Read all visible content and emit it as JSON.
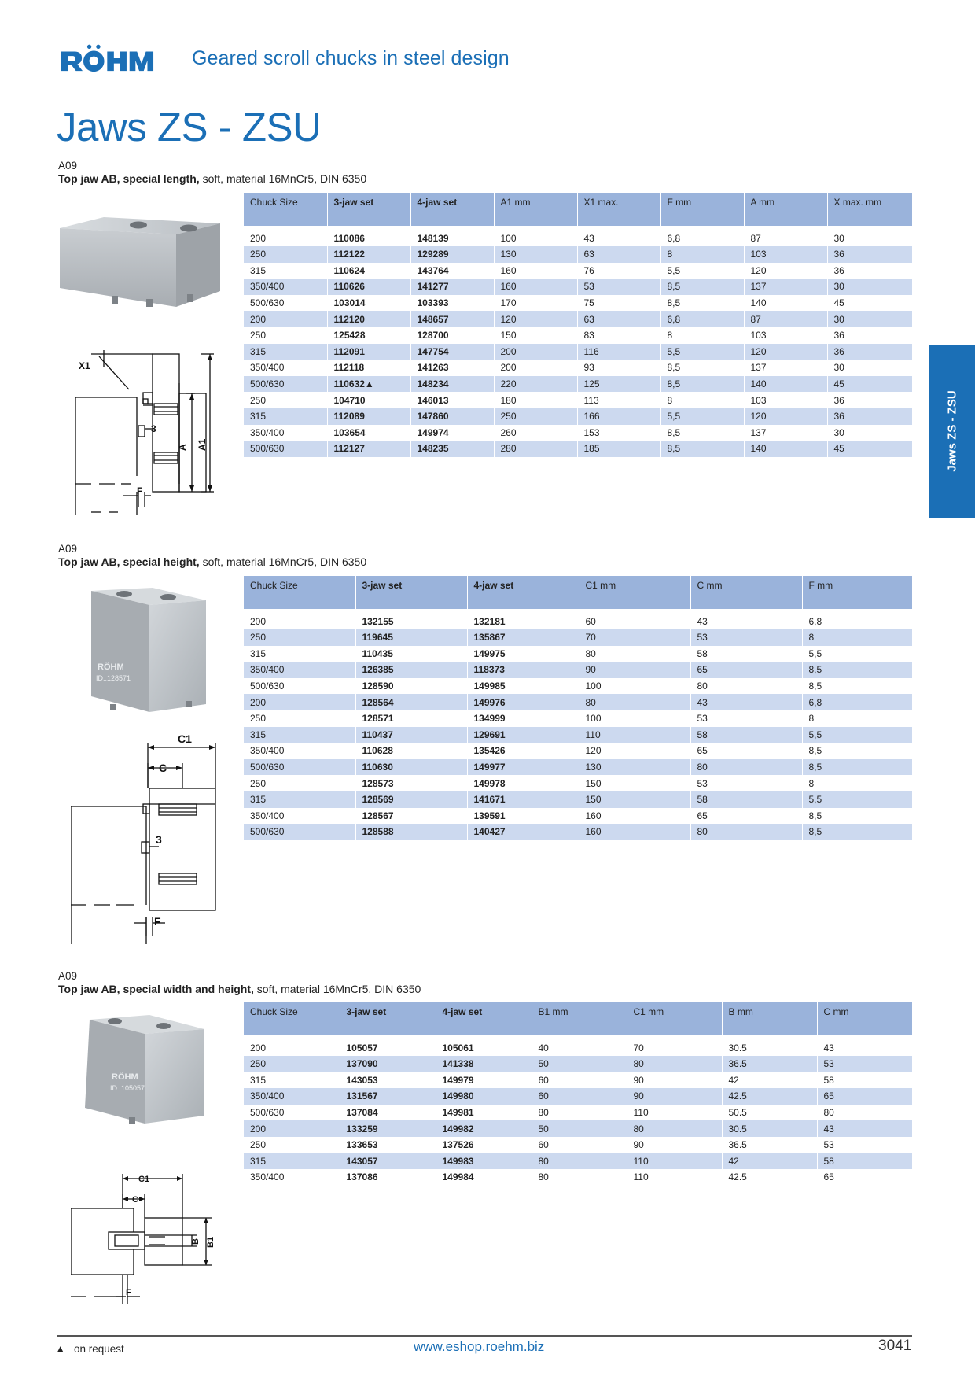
{
  "header": {
    "brand": "RÖHM",
    "subtitle": "Geared scroll chucks in steel design",
    "title": "Jaws ZS - ZSU"
  },
  "side_tab": {
    "label": "Jaws ZS - ZSU"
  },
  "colors": {
    "brand_blue": "#1b6fb6",
    "header_row": "#9ab3db",
    "stripe_row": "#ccd9ef"
  },
  "sections": [
    {
      "code": "A09",
      "desc_bold": "Top jaw AB, special length,",
      "desc_rest": " soft, material 16MnCr5, DIN 6350",
      "columns": [
        "Chuck Size",
        "3-jaw set",
        "4-jaw set",
        "A1 mm",
        "X1 max.",
        "F mm",
        "A mm",
        "X max. mm"
      ],
      "rows": [
        [
          "200",
          "110086",
          "148139",
          "100",
          "43",
          "6,8",
          "87",
          "30"
        ],
        [
          "250",
          "112122",
          "129289",
          "130",
          "63",
          "8",
          "103",
          "36"
        ],
        [
          "315",
          "110624",
          "143764",
          "160",
          "76",
          "5,5",
          "120",
          "36"
        ],
        [
          "350/400",
          "110626",
          "141277",
          "160",
          "53",
          "8,5",
          "137",
          "30"
        ],
        [
          "500/630",
          "103014",
          "103393",
          "170",
          "75",
          "8,5",
          "140",
          "45"
        ],
        [
          "200",
          "112120",
          "148657",
          "120",
          "63",
          "6,8",
          "87",
          "30"
        ],
        [
          "250",
          "125428",
          "128700",
          "150",
          "83",
          "8",
          "103",
          "36"
        ],
        [
          "315",
          "112091",
          "147754",
          "200",
          "116",
          "5,5",
          "120",
          "36"
        ],
        [
          "350/400",
          "112118",
          "141263",
          "200",
          "93",
          "8,5",
          "137",
          "30"
        ],
        [
          "500/630",
          "110632▲",
          "148234",
          "220",
          "125",
          "8,5",
          "140",
          "45"
        ],
        [
          "250",
          "104710",
          "146013",
          "180",
          "113",
          "8",
          "103",
          "36"
        ],
        [
          "315",
          "112089",
          "147860",
          "250",
          "166",
          "5,5",
          "120",
          "36"
        ],
        [
          "350/400",
          "103654",
          "149974",
          "260",
          "153",
          "8,5",
          "137",
          "30"
        ],
        [
          "500/630",
          "112127",
          "148235",
          "280",
          "185",
          "8,5",
          "140",
          "45"
        ]
      ],
      "drawing_labels": [
        "X1",
        "A",
        "A1",
        "3",
        "F"
      ]
    },
    {
      "code": "A09",
      "desc_bold": "Top jaw AB, special height,",
      "desc_rest": " soft, material 16MnCr5, DIN 6350",
      "columns": [
        "Chuck Size",
        "3-jaw set",
        "4-jaw set",
        "C1 mm",
        "C mm",
        "F mm"
      ],
      "rows": [
        [
          "200",
          "132155",
          "132181",
          "60",
          "43",
          "6,8"
        ],
        [
          "250",
          "119645",
          "135867",
          "70",
          "53",
          "8"
        ],
        [
          "315",
          "110435",
          "149975",
          "80",
          "58",
          "5,5"
        ],
        [
          "350/400",
          "126385",
          "118373",
          "90",
          "65",
          "8,5"
        ],
        [
          "500/630",
          "128590",
          "149985",
          "100",
          "80",
          "8,5"
        ],
        [
          "200",
          "128564",
          "149976",
          "80",
          "43",
          "6,8"
        ],
        [
          "250",
          "128571",
          "134999",
          "100",
          "53",
          "8"
        ],
        [
          "315",
          "110437",
          "129691",
          "110",
          "58",
          "5,5"
        ],
        [
          "350/400",
          "110628",
          "135426",
          "120",
          "65",
          "8,5"
        ],
        [
          "500/630",
          "110630",
          "149977",
          "130",
          "80",
          "8,5"
        ],
        [
          "250",
          "128573",
          "149978",
          "150",
          "53",
          "8"
        ],
        [
          "315",
          "128569",
          "141671",
          "150",
          "58",
          "5,5"
        ],
        [
          "350/400",
          "128567",
          "139591",
          "160",
          "65",
          "8,5"
        ],
        [
          "500/630",
          "128588",
          "140427",
          "160",
          "80",
          "8,5"
        ]
      ],
      "photo_mark": "ID.:128571",
      "drawing_labels": [
        "C1",
        "C",
        "3",
        "F"
      ]
    },
    {
      "code": "A09",
      "desc_bold": "Top jaw AB, special width and height,",
      "desc_rest": " soft, material 16MnCr5, DIN 6350",
      "columns": [
        "Chuck Size",
        "3-jaw set",
        "4-jaw set",
        "B1 mm",
        "C1 mm",
        "B mm",
        "C mm"
      ],
      "rows": [
        [
          "200",
          "105057",
          "105061",
          "40",
          "70",
          "30.5",
          "43"
        ],
        [
          "250",
          "137090",
          "141338",
          "50",
          "80",
          "36.5",
          "53"
        ],
        [
          "315",
          "143053",
          "149979",
          "60",
          "90",
          "42",
          "58"
        ],
        [
          "350/400",
          "131567",
          "149980",
          "60",
          "90",
          "42.5",
          "65"
        ],
        [
          "500/630",
          "137084",
          "149981",
          "80",
          "110",
          "50.5",
          "80"
        ],
        [
          "200",
          "133259",
          "149982",
          "50",
          "80",
          "30.5",
          "43"
        ],
        [
          "250",
          "133653",
          "137526",
          "60",
          "90",
          "36.5",
          "53"
        ],
        [
          "315",
          "143057",
          "149983",
          "80",
          "110",
          "42",
          "58"
        ],
        [
          "350/400",
          "137086",
          "149984",
          "80",
          "110",
          "42.5",
          "65"
        ]
      ],
      "photo_mark": "ID.:105057",
      "drawing_labels": [
        "C1",
        "C",
        "B",
        "B1",
        "F"
      ]
    }
  ],
  "footer": {
    "note_symbol": "▲",
    "note": "on request",
    "url": "www.eshop.roehm.biz",
    "page": "3041"
  }
}
